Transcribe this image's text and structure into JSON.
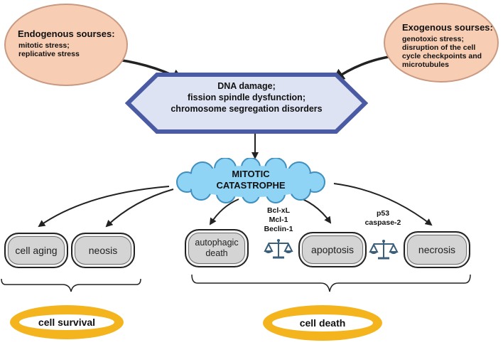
{
  "endogenous": {
    "title": "Endogenous sourses:",
    "lines": [
      "mitotic stress;",
      "replicative stress"
    ]
  },
  "exogenous": {
    "title": "Exogenous sourses:",
    "lines": [
      "genotoxic stress;",
      "disruption of the cell",
      "cycle checkpoints and",
      "microtubules"
    ]
  },
  "damage": {
    "lines": [
      "DNA damage;",
      "fission spindle dysfunction;",
      "chromosome segregation disorders"
    ]
  },
  "catastrophe": {
    "lines": [
      "MITOTIC",
      "CATASTROPHE"
    ]
  },
  "survival_nodes": {
    "cell_aging": "cell aging",
    "neosis": "neosis"
  },
  "death_nodes": {
    "autophagic": [
      "autophagic",
      "death"
    ],
    "apoptosis": "apoptosis",
    "necrosis": "necrosis"
  },
  "regulators": {
    "bcl": [
      "Bcl-xL",
      "Mcl-1",
      "Beclin-1"
    ],
    "p53": [
      "p53",
      "caspase-2"
    ]
  },
  "outcomes": {
    "survival": "cell survival",
    "death": "cell death"
  },
  "colors": {
    "source_fill": "#f7cdb3",
    "diamond_fill": "#dde3f2",
    "diamond_border": "#4a5ba4",
    "cloud_fill": "#8fd3f5",
    "node_fill": "#d4d4d4",
    "outcome_ring": "#f4b41e",
    "balance_icon": "#3b5f7a"
  }
}
